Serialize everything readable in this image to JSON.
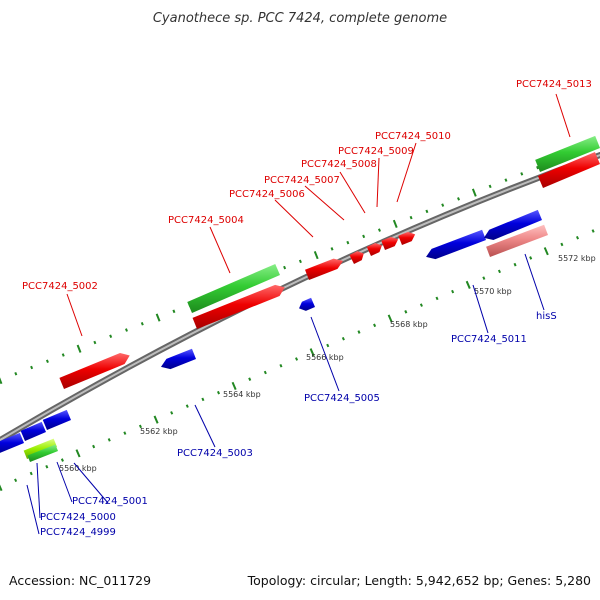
{
  "title": "Cyanothece sp. PCC 7424, complete genome",
  "footer": {
    "accession": "Accession: NC_011729",
    "summary": "Topology: circular; Length: 5,942,652 bp; Genes: 5,280"
  },
  "colors": {
    "forward_label": "#dd0000",
    "reverse_label": "#0000aa",
    "cds_red": "#ee0000",
    "cds_blue": "#0000dd",
    "rna_green": "#33cc33",
    "trna_pink": "#ee8888",
    "misc_yellow_green": "#99ee00",
    "tick": "#228822",
    "backbone": "#888888"
  },
  "tick_labels": [
    "5560 kbp",
    "5562 kbp",
    "5564 kbp",
    "5566 kbp",
    "5568 kbp",
    "5570 kbp",
    "5572 kbp"
  ],
  "forward_gene_labels": [
    "PCC7424_5002",
    "PCC7424_5004",
    "PCC7424_5006",
    "PCC7424_5007",
    "PCC7424_5008",
    "PCC7424_5009",
    "PCC7424_5010",
    "PCC7424_5013"
  ],
  "reverse_gene_labels": [
    "PCC7424_4999",
    "PCC7424_5000",
    "PCC7424_5001",
    "PCC7424_5003",
    "PCC7424_5005",
    "PCC7424_5011",
    "hisS"
  ]
}
